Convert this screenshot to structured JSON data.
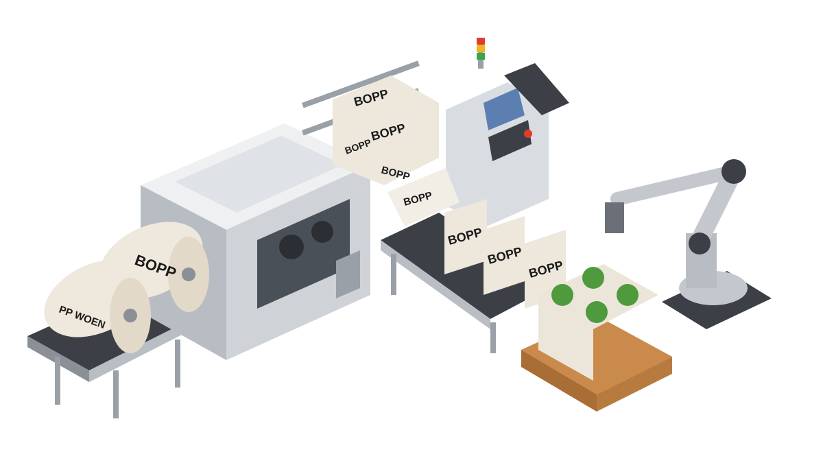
{
  "labels": {
    "roll_front": "PP WOEN",
    "roll_back": "BOPP",
    "film_top_1": "BOPP",
    "film_top_2": "BOPP",
    "film_side": "BOPP",
    "film_middle": "BOPP",
    "film_tray": "BOPP",
    "bag_1": "BOPP",
    "bag_2": "BOPP",
    "bag_3": "BOPP"
  },
  "colors": {
    "machine_body": "#d9dde2",
    "machine_dark": "#3c4046",
    "roll": "#efe8dc",
    "pallet": "#c98a4b",
    "bag_print": "#4f9a3d",
    "screen": "#5a7fb0",
    "signal_light": [
      "#e23b2e",
      "#f2b31b",
      "#3aa64a"
    ]
  }
}
